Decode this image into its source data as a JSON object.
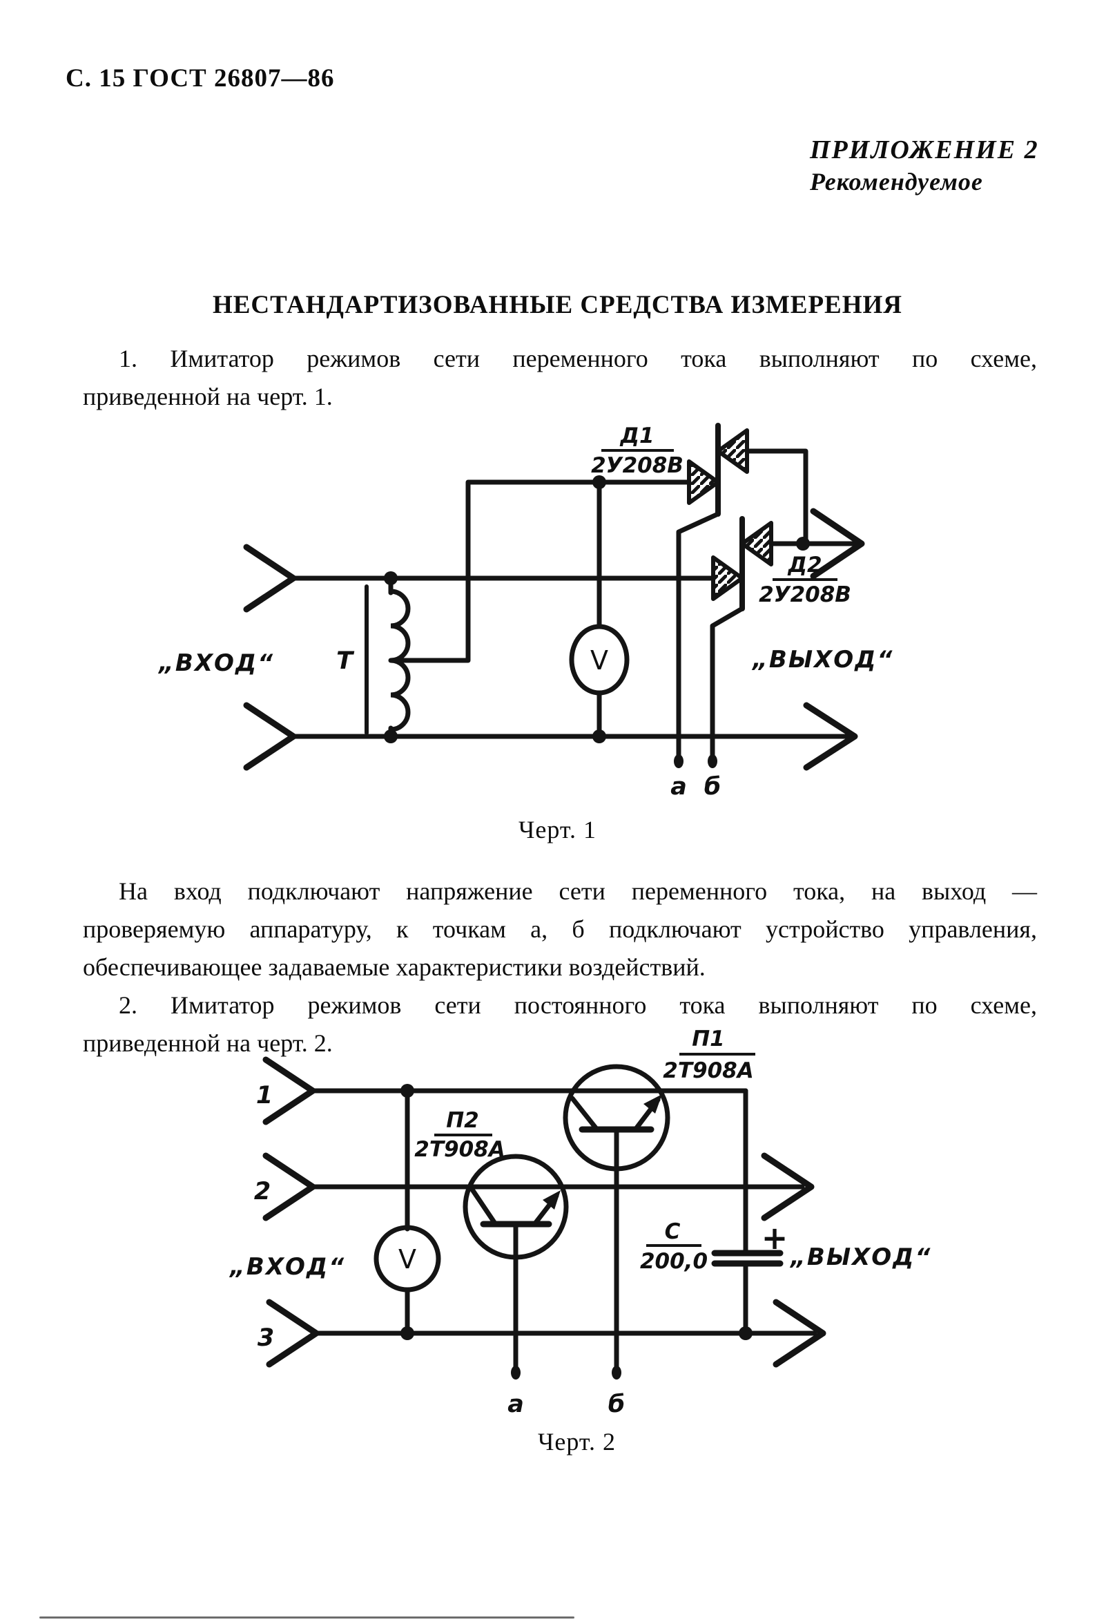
{
  "page": {
    "header": "С. 15 ГОСТ 26807—86",
    "appendix_label": "ПРИЛОЖЕНИЕ 2",
    "appendix_note": "Рекомендуемое",
    "title": "НЕСТАНДАРТИЗОВАННЫЕ СРЕДСТВА ИЗМЕРЕНИЯ"
  },
  "paragraphs": {
    "p1": [
      "1. Имитатор режимов сети переменного тока выполняют по схеме,",
      "приведенной на черт. 1."
    ],
    "p2": [
      "На вход подключают напряжение сети переменного тока, на выход —",
      "проверяемую аппаратуру, к точкам а, б подключают устройство управления,",
      "обеспечивающее задаваемые характеристики воздействий."
    ],
    "p3": [
      "2. Имитатор режимов сети постоянного тока выполняют по схеме,",
      "приведенной на черт. 2."
    ]
  },
  "fig1": {
    "caption": "Черт. 1",
    "labels": {
      "d1_name": "Д1",
      "d1_type": "2У208В",
      "d2_name": "Д2",
      "d2_type": "2У208В",
      "input": "„ВХОД“",
      "transformer": "Т",
      "voltmeter": "V",
      "output": "„ВЫХОД“",
      "term_a": "а",
      "term_b": "б"
    }
  },
  "fig2": {
    "caption": "Черт. 2",
    "labels": {
      "in1": "1",
      "in2": "2",
      "in3": "3",
      "t1_name": "П1",
      "t1_type": "2Т908А",
      "t2_name": "П2",
      "t2_type": "2Т908А",
      "input": "„ВХОД“",
      "voltmeter": "V",
      "cap_name": "С",
      "cap_value": "200,0",
      "plus": "+",
      "output": "„ВЫХОД“",
      "term_a": "а",
      "term_b": "б"
    }
  }
}
